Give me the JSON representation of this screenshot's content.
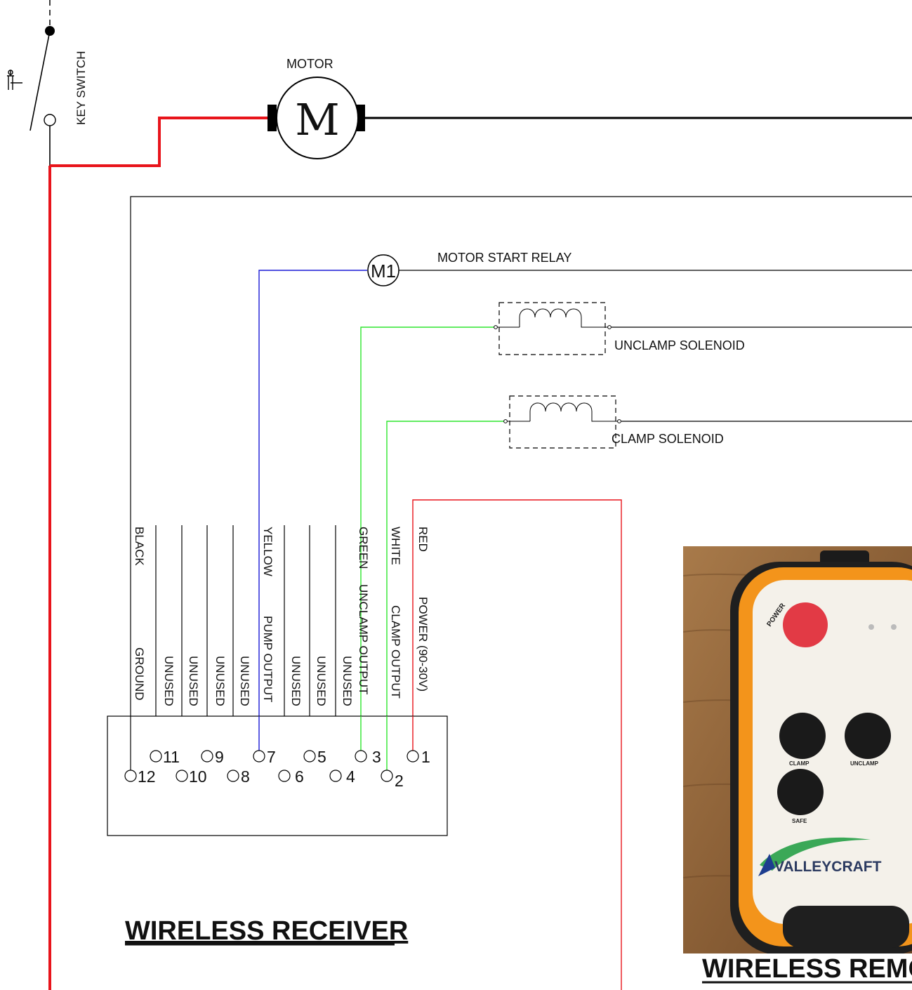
{
  "labels": {
    "key_switch": "KEY SWITCH",
    "motor": "MOTOR",
    "motor_symbol": "M",
    "relay_symbol": "M1",
    "motor_start_relay": "MOTOR START RELAY",
    "unclamp_solenoid": "UNCLAMP SOLENOID",
    "clamp_solenoid": "CLAMP SOLENOID",
    "wireless_receiver": "WIRELESS RECEIVER",
    "wireless_remote": "WIRELESS REMO"
  },
  "receiver": {
    "wire_colors": [
      "BLACK",
      "YELLOW",
      "GREEN",
      "WHITE",
      "RED"
    ],
    "functions": [
      "GROUND",
      "UNUSED",
      "UNUSED",
      "UNUSED",
      "UNUSED",
      "PUMP OUTPUT",
      "UNUSED",
      "UNUSED",
      "UNUSED",
      "UNCLAMP OUTPUT",
      "CLAMP OUTPUT",
      "POWER (90-30V)"
    ],
    "terminals_top": [
      "11",
      "9",
      "7",
      "5",
      "3",
      "1"
    ],
    "terminals_bottom": [
      "12",
      "10",
      "8",
      "6",
      "4",
      "2"
    ]
  },
  "remote_photo": {
    "brand": "VALLEYCRAFT",
    "power_label": "POWER",
    "buttons": [
      "CLAMP",
      "UNCLAMP",
      "SAFE"
    ]
  },
  "colors": {
    "power_wire": "#e8141b",
    "blue_wire": "#1a1ad6",
    "green_wire": "#2ee62e",
    "black_wire": "#000000",
    "remote_case": "#f3941b",
    "power_button": "#e23a45"
  }
}
